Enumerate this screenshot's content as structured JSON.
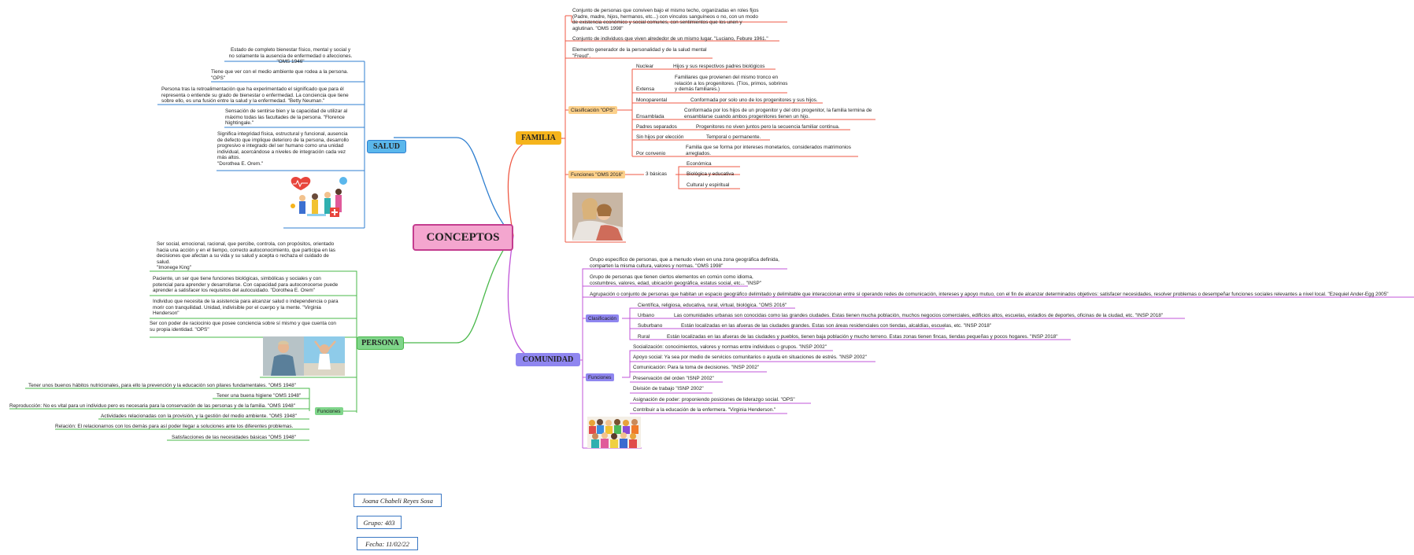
{
  "root": {
    "title": "CONCEPTOS"
  },
  "colors": {
    "familia": "#f0a000",
    "comunidad": "#9a4fd6",
    "salud": "#2f7fd0",
    "persona": "#49b84a",
    "root": "#c43d8f"
  },
  "familia": {
    "label": "FAMILIA",
    "def1": "Conjunto de personas que conviven bajo el mismo techo, organizadas en roles fijos\n(Padre, madre, hijos, hermanos, etc...) con vínculos sanguíneos o no, con un modo\nde existencia económico y social comunes, con sentimientos que los unen y\naglutinan. \"OMS 1998\"",
    "def2": "Conjunto de individuos que viven alrededor de un mismo lugar. \"Luciano, Febure 1961.\"",
    "def3": "Elemento generador de la personalidad y de la salud mental\n\"Freud\".",
    "clasificacion": {
      "label": "Clasificación \"OPS\"",
      "items": [
        {
          "name": "Nuclear",
          "desc": "Hijos y sus respectivos padres biológicos"
        },
        {
          "name": "Extensa",
          "desc": "Familiares que provienen del mismo tronco en\nrelación a los progenitores.  (Tíos, primos, sobrinos\ny demás familiares.)"
        },
        {
          "name": "Monoparental",
          "desc": "Conformada por solo uno de los progenitores y sus hijos."
        },
        {
          "name": "Ensamblada",
          "desc": "Conformada por los hijos de un progenitor y del otro progenitor, la familia termina de\nensamblarse cuando ambos progenitores tienen un hijo."
        },
        {
          "name": "Padres separados",
          "desc": "Progenitores no viven juntos pero la secuencia familiar continua."
        },
        {
          "name": "Sin hijos por elección",
          "desc": "Temporal o permanente."
        },
        {
          "name": "Por convenio",
          "desc": "Familia que se forma por intereses monetarios, considerados matrimonios\narreglados."
        }
      ]
    },
    "funciones": {
      "label": "Funciones \"OMS 2016\"",
      "sub": "3 básicas",
      "items": [
        "Económica",
        "Biológica y educativa",
        "Cultural y espiritual"
      ]
    }
  },
  "comunidad": {
    "label": "COMUNIDAD",
    "def1": "Grupo específico de personas, que a menudo viven en una zona geográfica definida,\ncomparten la misma cultura, valores y normas. \"OMS 1998\"",
    "def2": "Grupo de personas que tienen ciertos elementos en común como idioma,\ncostumbres, valores, edad, ubicación geográfica, estatus social, etc...   \"INSP\"",
    "def3": "Agrupación o conjunto de personas que habitan un espacio geográfico delimitado y delimitable  que interaccionan entre sí operando redes de comunicación, intereses y apoyo mutuo, con el fin de alcanzar determinados objetivos: satisfacer necesidades, resolver problemas o desempeñar funciones sociales relevantes a nivel local.   \"Ezequiel Ander-Egg 2005\"",
    "clasificacion": {
      "label": "Clasificación",
      "top": "Científica, religiosa, educativa, rural, virtual, biológica. \"OMS 2016\"",
      "items": [
        {
          "name": "Urbano",
          "desc": "Las comunidades urbanas son conocidas como las grandes ciudades. Estas tienen mucha población, muchos negocios comerciales, edificios altos, escuelas, estadios de deportes, oficinas de la ciudad, etc.  \"INSP 2018\""
        },
        {
          "name": "Suburbano",
          "desc": "Están localizadas en las afueras de las ciudades grandes. Estas son áreas residenciales con tiendas, alcaldías, escuelas, etc. \"INSP 2018\""
        },
        {
          "name": "Rural",
          "desc": "Están localizadas en las afueras de las ciudades y pueblos, tienen baja población y mucho terreno. Estas zonas tienen fincas, tiendas pequeñas y pocos hogares.  \"INSP 2018\""
        }
      ]
    },
    "funciones": {
      "label": "Funciones",
      "items": [
        "Socialización: conocimientos,  valores y normas entre individuos o grupos. \"INSP 2002\"",
        "Apoyo social: Ya sea por medio de servicios comunitarios o ayuda en situaciones de estrés. \"INSP 2002\"",
        "Comunicación: Para la toma de decisiones. \"INSP 2002\"",
        "Preservación del orden \"ISNP 2002\"",
        "División de trabajo \"ISNP 2002\"",
        "Asignación de poder: proponiendo posiciones de liderazgo social.   \"OPS\"",
        "Contribuir a la educación de la enfermera. \"Virginia Henderson.\""
      ]
    }
  },
  "salud": {
    "label": "SALUD",
    "items": [
      "Estado de completo bienestar físico, mental y social y\nno solamente la ausencia de enfermedad o afecciones.\n\"OMS 1946\"",
      "Tiene que ver con el medio ambiente que rodea a la persona.\n\"OPS\"",
      "Persona tras la retroalimentación que ha experimentado el significado que para él\nrepresenta o entiende su grado de bienestar o enfermedad. La conciencia que tiene\nsobre ello, es una fusión entre la salud y la enfermedad. \"Betty Neuman.\"",
      "Sensación de sentirse bien y la capacidad de utilizar al\nmáximo todas las facultades de la persona. \"Florence\nNightingale.\"",
      "Significa integridad física, estructural y funcional, ausencia\nde defecto que implique deterioro de la persona, desarrollo\nprogresivo e integrado del ser humano como una unidad\nindividual, acercándose  a niveles de integración cada vez\nmás altos.\n\"Dorothea E. Orem.\""
    ]
  },
  "persona": {
    "label": "PERSONA",
    "items": [
      "Ser social, emocional, racional, que percibe, controla, con propósitos, orientado\nhacia una acción y en el tiempo, correcto autoconocimiento, que participa en las\ndecisiones que afectan a su vida y su salud y acepta o rechaza el cuidado de\nsalud.\n\"Imonege King\"",
      "Paciente, un ser que tiene funciones biológicas, simbólicas y sociales y con\npotencial para aprender y desarrollarse. Con capacidad para autoconocerse puede\naprender a satisfacer los requisitos del autocuidado. \"Dorothea E. Orem\"",
      "Individuo que necesita de la asistencia para alcanzar salud o independencia o para\nmorir con tranquilidad. Unidad, indivisible por el cuerpo y la mente. \"Virginia\nHenderson\"",
      "Ser con poder de raciocinio que posee conciencia sobre sí mismo y que cuenta con\nsu propia identidad.   \"OPS\""
    ],
    "funciones": {
      "label": "Funciones",
      "items": [
        "Tener unos buenos hábitos nutricionales, para ello la prevención y la educación son pilares fundamentales. \"OMS 1948\"",
        "Tener una buena higiene \"OMS 1948\"",
        "Reproducción: No es vital para un individuo pero es necesaria para la conservación de las personas y de la familia. \"OMS 1948\"",
        "Actividades relacionadas con la provisión, y la gestión del medio ambiente. \"OMS 1948\"",
        "Relación: El relacionarnos con los demás para así poder llegar a soluciones  ante los diferentes problemas.",
        "Satisfacciones de las necesidades básicas \"OMS 1948\""
      ]
    }
  },
  "footer": {
    "author": "Joana Chabeli Reyes Sosa",
    "grupo": "Grupo: 403",
    "fecha": "Fecha: 11/02/22"
  }
}
